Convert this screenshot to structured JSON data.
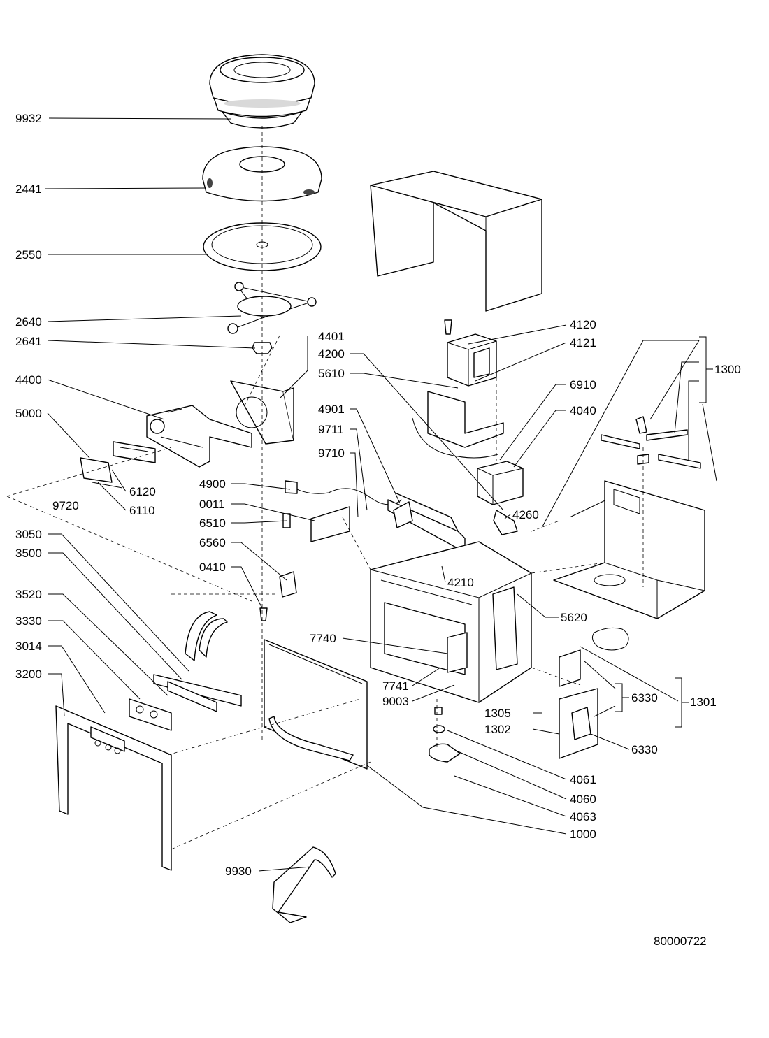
{
  "labels": {
    "l9932": "9932",
    "l2441": "2441",
    "l2550": "2550",
    "l2640": "2640",
    "l2641": "2641",
    "l4400": "4400",
    "l5000": "5000",
    "l9720": "9720",
    "l6120": "6120",
    "l6110": "6110",
    "l3050": "3050",
    "l3500": "3500",
    "l3520": "3520",
    "l3330": "3330",
    "l3014": "3014",
    "l3200": "3200",
    "l4401": "4401",
    "l4200": "4200",
    "l5610": "5610",
    "l4901": "4901",
    "l9711": "9711",
    "l9710": "9710",
    "l4900": "4900",
    "l0011": "0011",
    "l6510": "6510",
    "l6560": "6560",
    "l0410": "0410",
    "l4120": "4120",
    "l4121": "4121",
    "l6910": "6910",
    "l4040": "4040",
    "l1300": "1300",
    "l4260": "4260",
    "l4210": "4210",
    "l5620": "5620",
    "l7740": "7740",
    "l7741": "7741",
    "l9003": "9003",
    "l6330a": "6330",
    "l1301": "1301",
    "l1305": "1305",
    "l1302": "1302",
    "l6330b": "6330",
    "l4061": "4061",
    "l4060": "4060",
    "l4063": "4063",
    "l1000": "1000",
    "l9930": "9930"
  },
  "drawing_number": "80000722"
}
